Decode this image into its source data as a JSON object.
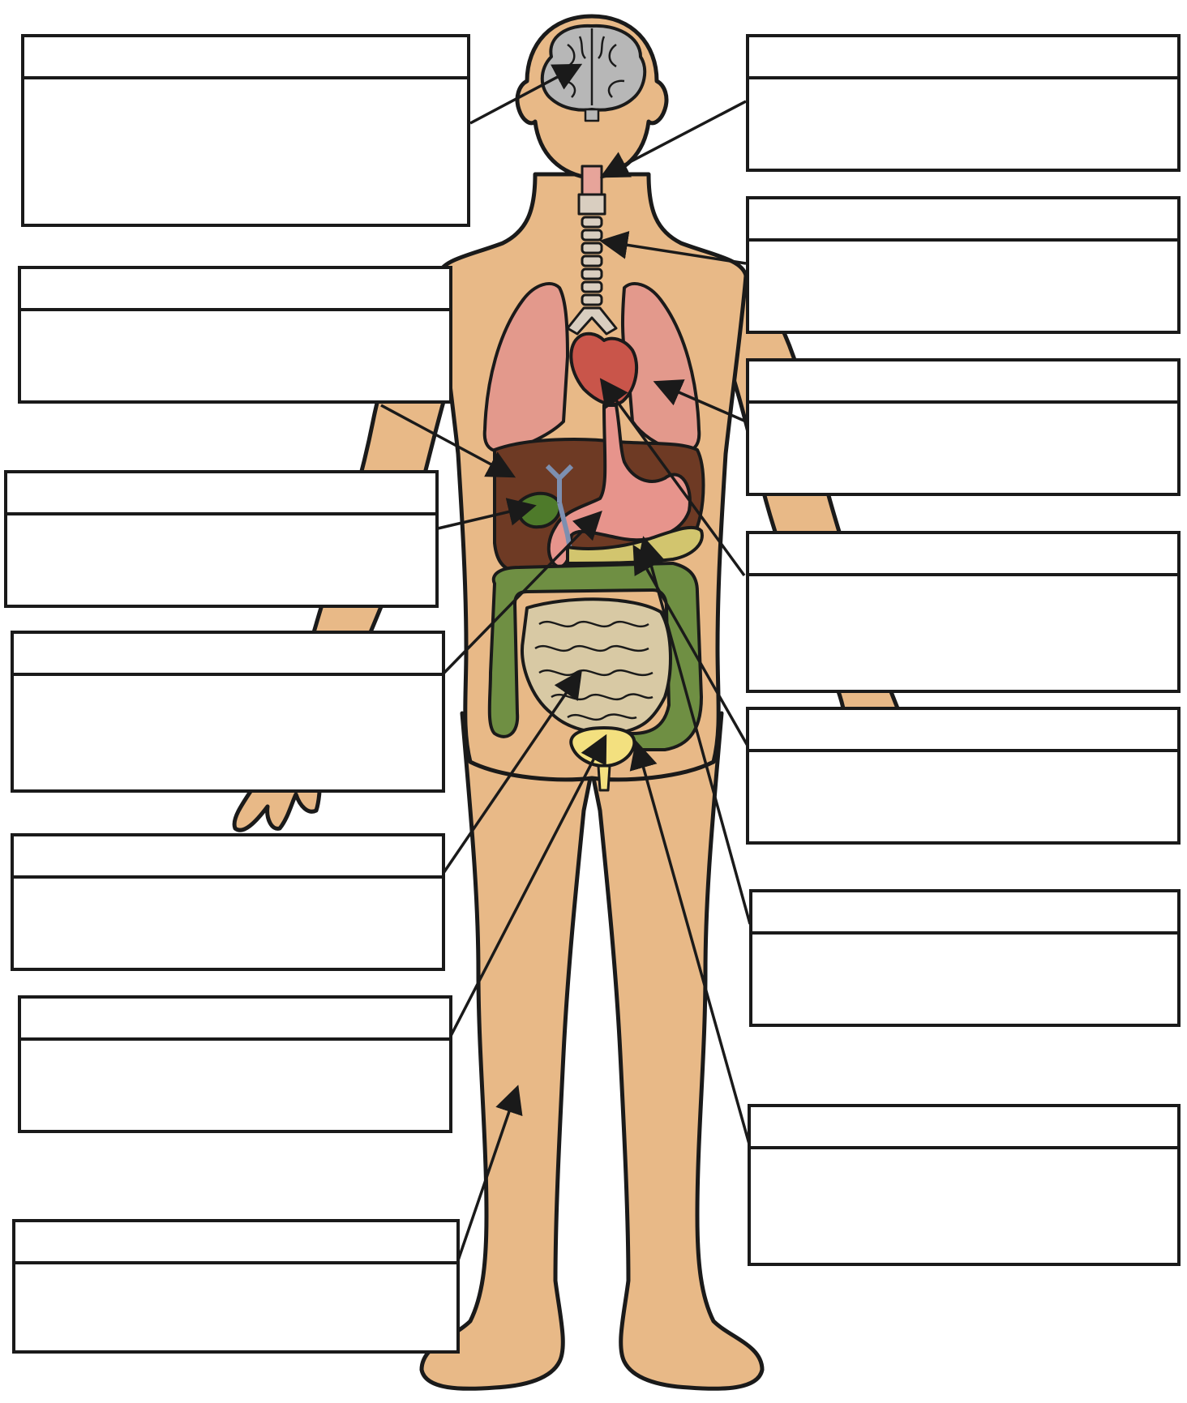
{
  "diagram": {
    "labels": [
      {
        "id": "brain",
        "title": "",
        "description": ""
      },
      {
        "id": "oesophagus",
        "title": "",
        "description": ""
      },
      {
        "id": "trachea",
        "title": "",
        "description": ""
      },
      {
        "id": "lungs",
        "title": "",
        "description": ""
      },
      {
        "id": "heart",
        "title": "",
        "description": ""
      },
      {
        "id": "liver",
        "title": "",
        "description": ""
      },
      {
        "id": "gall-bladder",
        "title": "",
        "description": ""
      },
      {
        "id": "stomach",
        "title": "",
        "description": ""
      },
      {
        "id": "pancreas",
        "title": "",
        "description": ""
      },
      {
        "id": "small-intestine",
        "title": "",
        "description": ""
      },
      {
        "id": "kidney",
        "title": "",
        "description": ""
      },
      {
        "id": "bladder",
        "title": "",
        "description": ""
      },
      {
        "id": "large-intestine",
        "title": "",
        "description": ""
      },
      {
        "id": "skin",
        "title": "",
        "description": ""
      }
    ],
    "colors": {
      "skin": "#e8b987",
      "outline": "#1a1a1a",
      "brain": "#b7b7b7",
      "lungs": "#e3998c",
      "heart": "#c9554a",
      "liver": "#6e3a24",
      "stomach": "#e7948c",
      "gall_bladder": "#4e7a2a",
      "bile_duct": "#7d8fb0",
      "pancreas": "#d2c56e",
      "large_intestine": "#6f8f43",
      "small_intestine": "#d8c9a4",
      "bladder": "#f3e07f",
      "trachea": "#d9cec0"
    }
  }
}
